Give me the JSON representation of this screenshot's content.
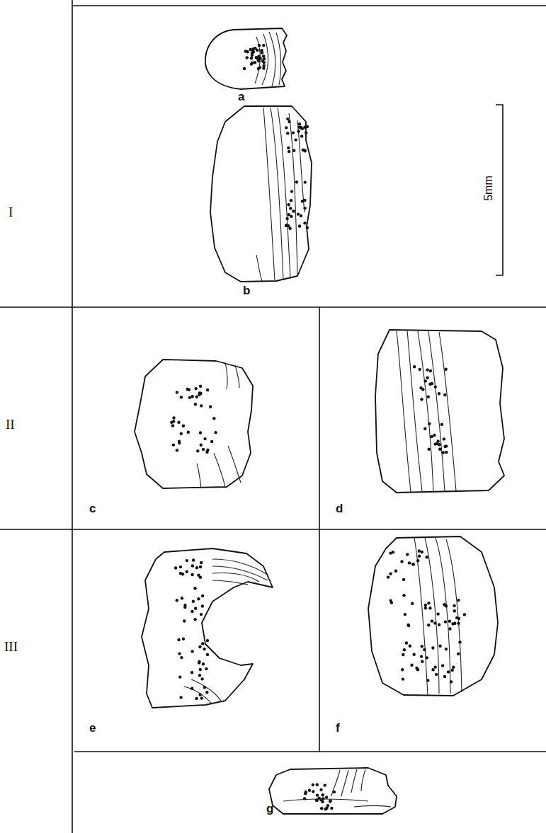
{
  "diagram": {
    "labels": [
      "I",
      "a",
      "b",
      "5mm",
      "II",
      "c",
      "d",
      "III",
      "e",
      "f",
      "g"
    ]
  }
}
